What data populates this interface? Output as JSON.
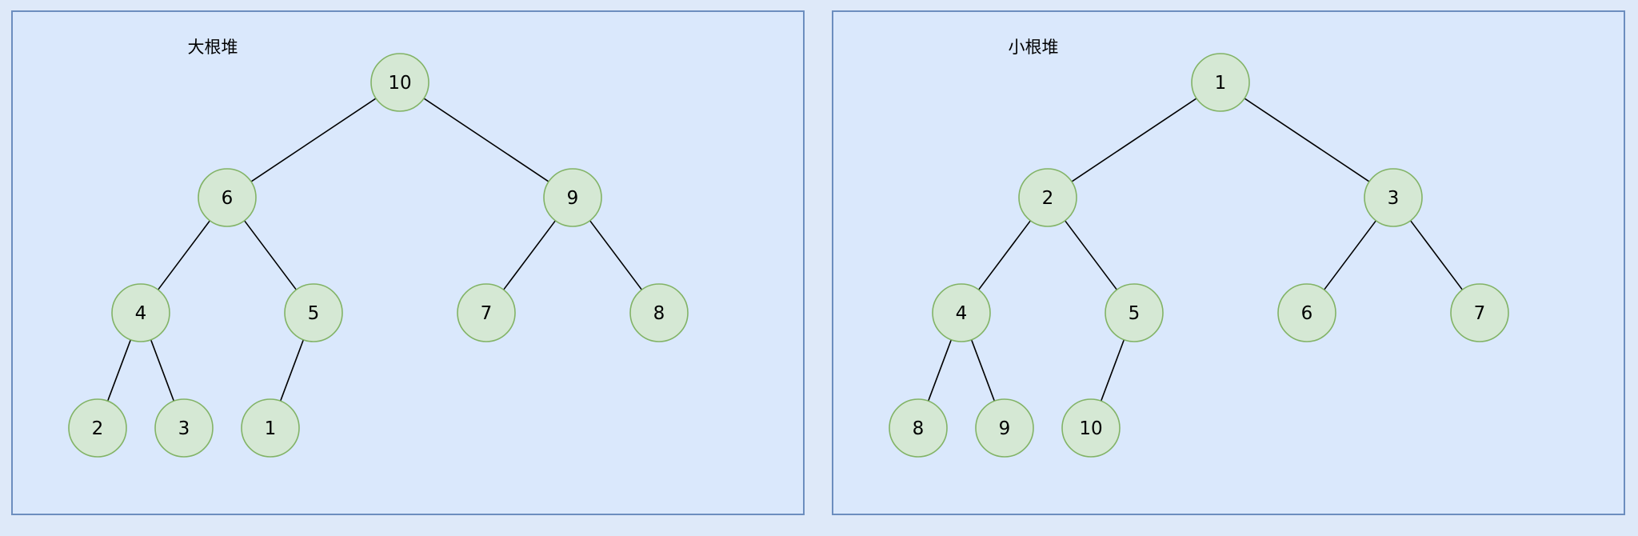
{
  "colors": {
    "background": "#dee9f9",
    "panel_fill": "#dae8fc",
    "panel_border": "#6c8ebf",
    "node_fill": "#d5e8d4",
    "node_border": "#82b366",
    "edge": "#000000"
  },
  "panels": [
    {
      "title": "大根堆",
      "nodes": [
        {
          "id": "a0",
          "value": "10"
        },
        {
          "id": "a1",
          "value": "6"
        },
        {
          "id": "a2",
          "value": "9"
        },
        {
          "id": "a3",
          "value": "4"
        },
        {
          "id": "a4",
          "value": "5"
        },
        {
          "id": "a5",
          "value": "7"
        },
        {
          "id": "a6",
          "value": "8"
        },
        {
          "id": "a7",
          "value": "2"
        },
        {
          "id": "a8",
          "value": "3"
        },
        {
          "id": "a9",
          "value": "1"
        }
      ],
      "edges": [
        [
          "a0",
          "a1"
        ],
        [
          "a0",
          "a2"
        ],
        [
          "a1",
          "a3"
        ],
        [
          "a1",
          "a4"
        ],
        [
          "a2",
          "a5"
        ],
        [
          "a2",
          "a6"
        ],
        [
          "a3",
          "a7"
        ],
        [
          "a3",
          "a8"
        ],
        [
          "a4",
          "a9"
        ]
      ]
    },
    {
      "title": "小根堆",
      "nodes": [
        {
          "id": "b0",
          "value": "1"
        },
        {
          "id": "b1",
          "value": "2"
        },
        {
          "id": "b2",
          "value": "3"
        },
        {
          "id": "b3",
          "value": "4"
        },
        {
          "id": "b4",
          "value": "5"
        },
        {
          "id": "b5",
          "value": "6"
        },
        {
          "id": "b6",
          "value": "7"
        },
        {
          "id": "b7",
          "value": "8"
        },
        {
          "id": "b8",
          "value": "9"
        },
        {
          "id": "b9",
          "value": "10"
        }
      ],
      "edges": [
        [
          "b0",
          "b1"
        ],
        [
          "b0",
          "b2"
        ],
        [
          "b1",
          "b3"
        ],
        [
          "b1",
          "b4"
        ],
        [
          "b2",
          "b5"
        ],
        [
          "b2",
          "b6"
        ],
        [
          "b3",
          "b7"
        ],
        [
          "b3",
          "b8"
        ],
        [
          "b4",
          "b9"
        ]
      ]
    }
  ]
}
